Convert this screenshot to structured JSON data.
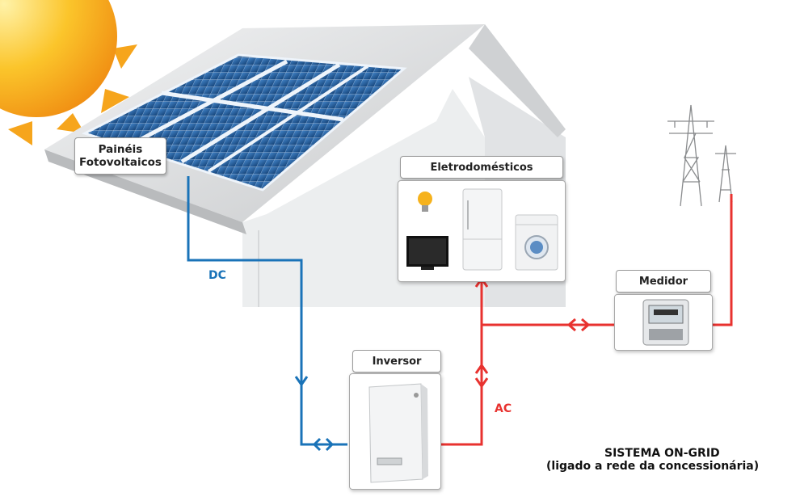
{
  "components": {
    "panels": {
      "label_line1": "Painéis",
      "label_line2": "Fotovoltaicos"
    },
    "appliances": {
      "label": "Eletrodomésticos"
    },
    "meter": {
      "label": "Medidor"
    },
    "inverter": {
      "label": "Inversor"
    }
  },
  "connections": {
    "dc_label": "DC",
    "ac_label": "AC"
  },
  "system": {
    "title_line1": "SISTEMA ON-GRID",
    "title_line2": "(ligado a rede da concessionária)"
  },
  "colors": {
    "dc": "#1a73b8",
    "ac": "#e8322f",
    "sun": "#f6a51c",
    "panel": "#1d5b9a",
    "roof": "#d4d6d8",
    "wall": "#eeeff0"
  }
}
